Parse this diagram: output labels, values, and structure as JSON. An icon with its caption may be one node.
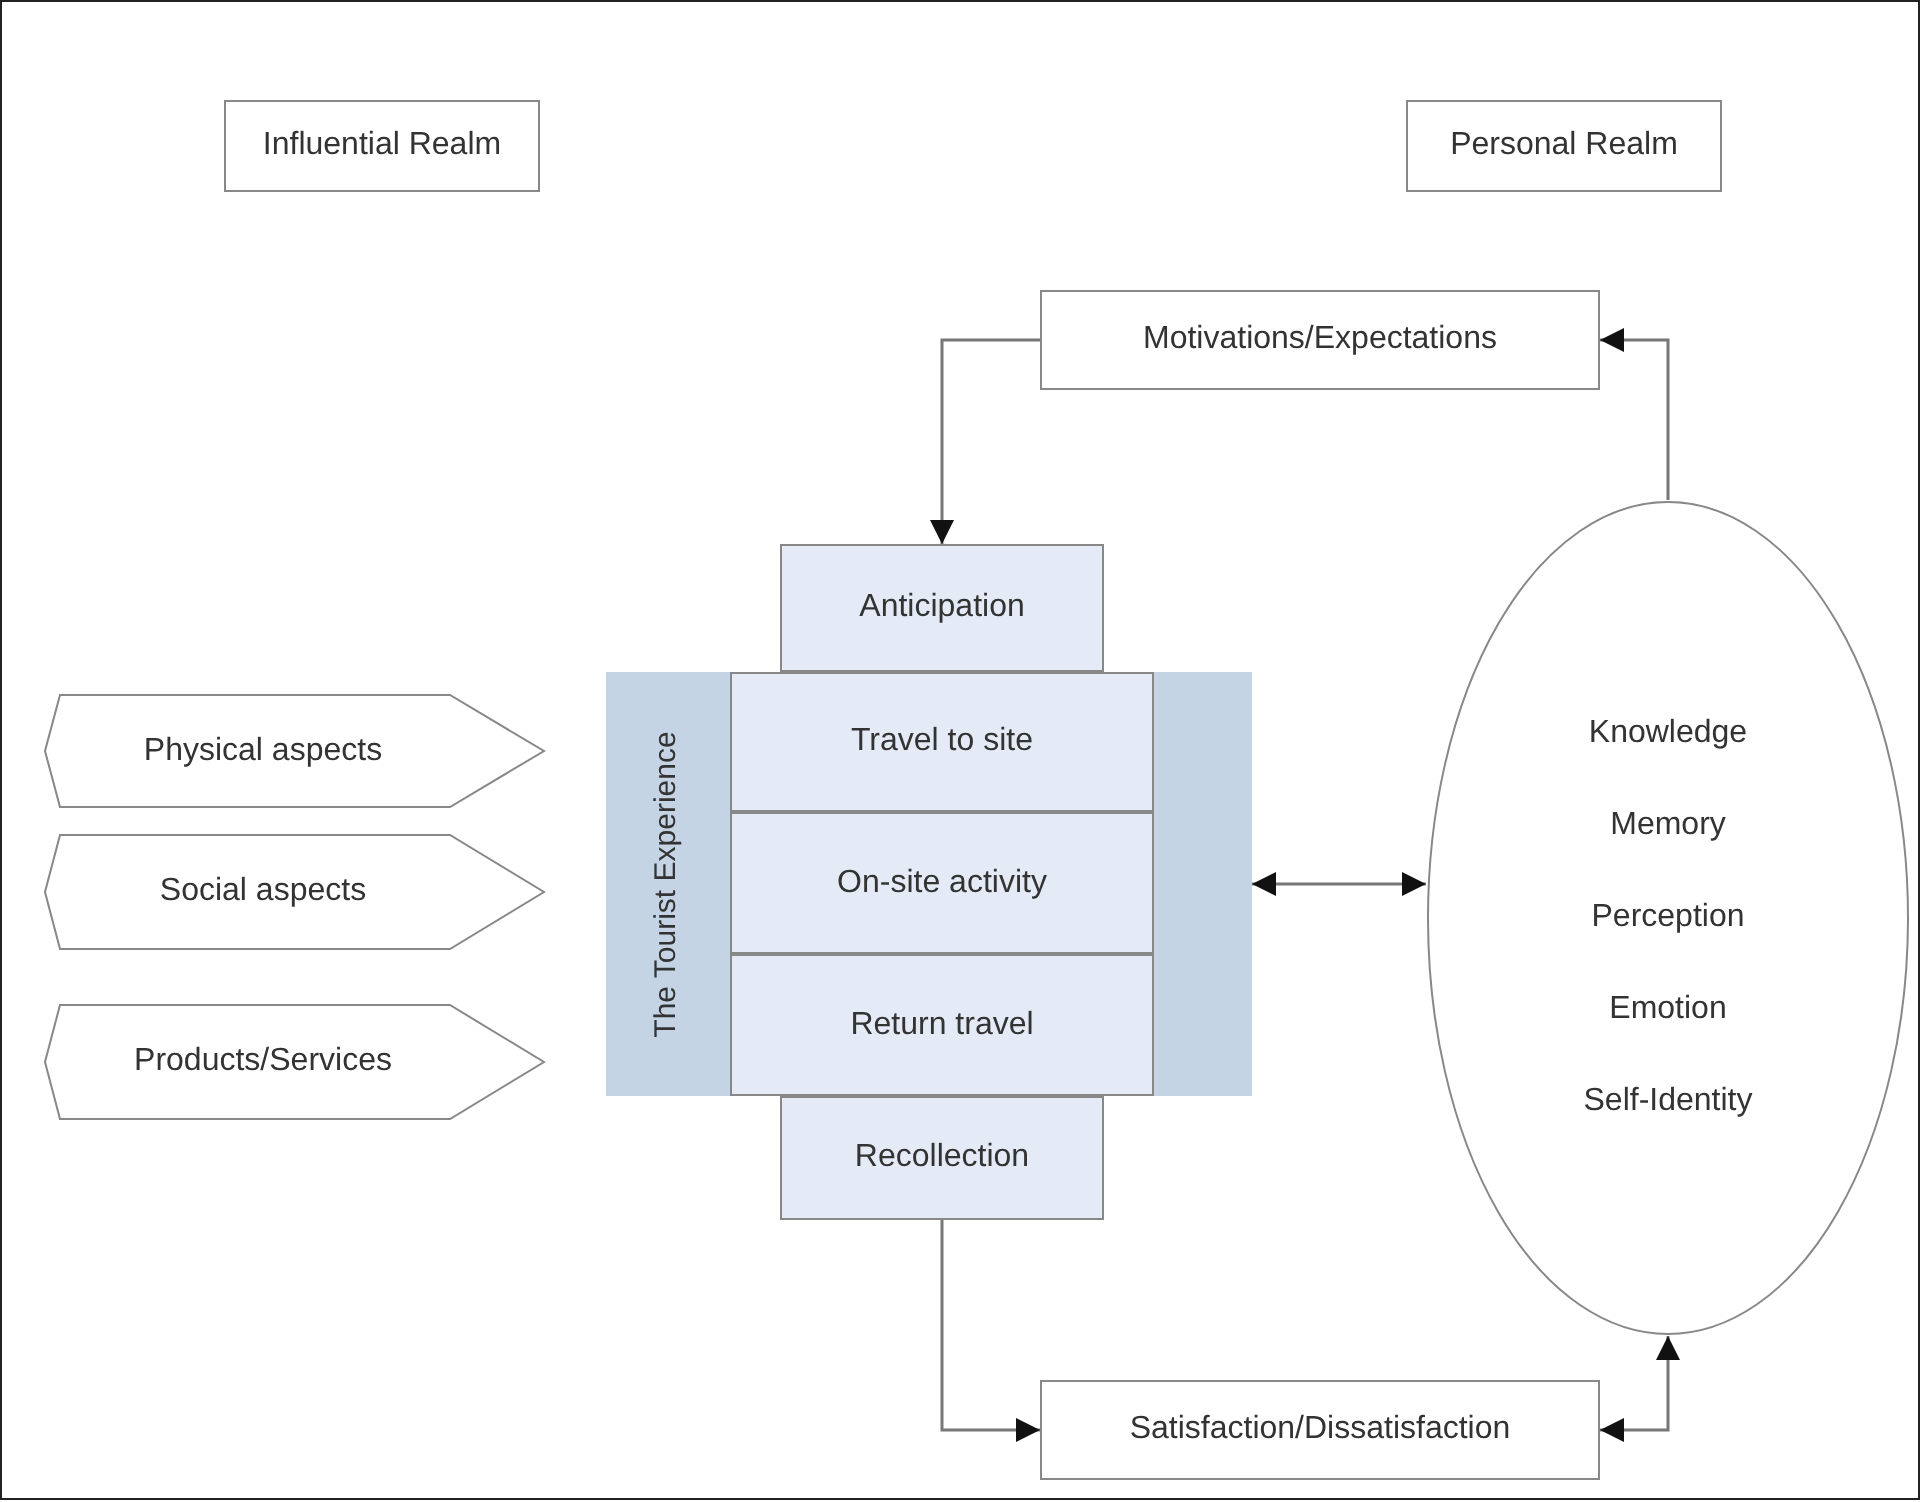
{
  "diagram": {
    "nodes": [
      {
        "text": [
          "Influential Realm"
        ]
      },
      {
        "text": [
          "Personal Realm"
        ]
      },
      {
        "text": [
          "Motivations/Expectations"
        ]
      },
      {
        "text": [
          "Anticipation"
        ]
      },
      {
        "text": [
          "The Tourist Experience"
        ]
      },
      {
        "text": [
          "Travel to site"
        ],
        "in": 4
      },
      {
        "text": [
          "On-site activity"
        ],
        "in": 4
      },
      {
        "text": [
          "Return travel"
        ],
        "in": 4
      },
      {
        "text": [
          "Recollection"
        ]
      },
      {
        "text": [
          "Physical aspects"
        ]
      },
      {
        "text": [
          "Social aspects"
        ]
      },
      {
        "text": [
          "Products/Services"
        ]
      },
      {
        "text": [
          "Knowledge",
          "Memory",
          "Perception",
          "Emotion",
          "Self-Identity"
        ]
      },
      {
        "text": [
          "Satisfaction/Dissatisfaction"
        ]
      }
    ],
    "edges": [
      {
        "from": 2,
        "to": 3,
        "arrow": "to"
      },
      {
        "from": 12,
        "to": 2,
        "arrow": "to"
      },
      {
        "from": 4,
        "to": 12,
        "arrow": "both"
      },
      {
        "from": 8,
        "to": 13,
        "arrow": "to"
      },
      {
        "from": 13,
        "to": 12,
        "arrow": "both"
      }
    ]
  }
}
